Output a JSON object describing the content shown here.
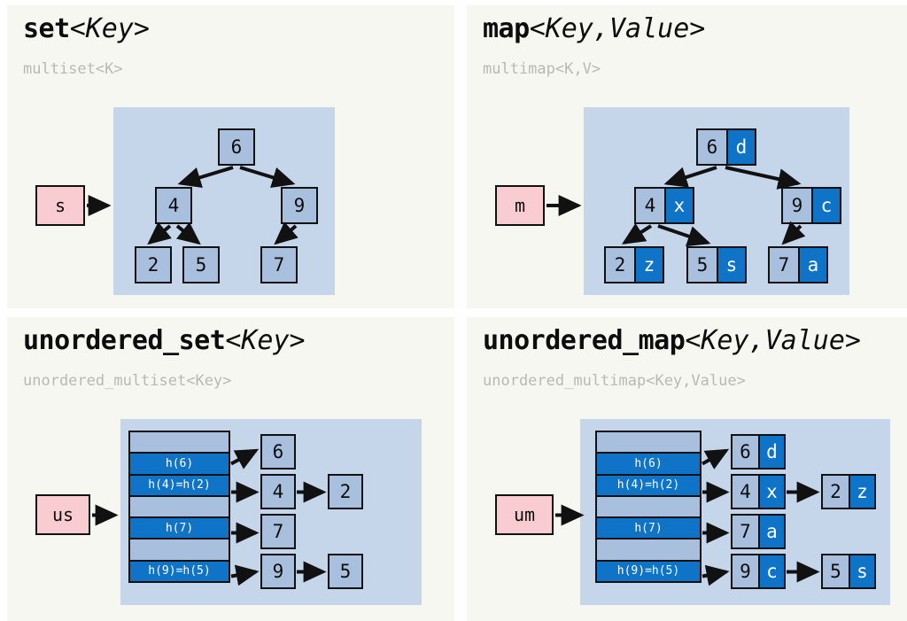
{
  "panels": [
    {
      "id": "set",
      "title_base": "set",
      "title_tpl": "<Key>",
      "subtitle": "multiset<K>",
      "pointer_label": "s",
      "structure": "binary-search-tree",
      "nodes": [
        {
          "key": "6",
          "value": null
        },
        {
          "key": "4",
          "value": null
        },
        {
          "key": "9",
          "value": null
        },
        {
          "key": "2",
          "value": null
        },
        {
          "key": "5",
          "value": null
        },
        {
          "key": "7",
          "value": null
        }
      ]
    },
    {
      "id": "map",
      "title_base": "map",
      "title_tpl": "<Key,Value>",
      "subtitle": "multimap<K,V>",
      "pointer_label": "m",
      "structure": "binary-search-tree",
      "nodes": [
        {
          "key": "6",
          "value": "d"
        },
        {
          "key": "4",
          "value": "x"
        },
        {
          "key": "9",
          "value": "c"
        },
        {
          "key": "2",
          "value": "z"
        },
        {
          "key": "5",
          "value": "s"
        },
        {
          "key": "7",
          "value": "a"
        }
      ]
    },
    {
      "id": "unordered_set",
      "title_base": "unordered_set",
      "title_tpl": "<Key>",
      "subtitle": "unordered_multiset<Key>",
      "pointer_label": "us",
      "structure": "hash-table",
      "buckets": [
        {
          "label": "",
          "filled": false
        },
        {
          "label": "h(6)",
          "filled": true
        },
        {
          "label": "h(4)=h(2)",
          "filled": true
        },
        {
          "label": "",
          "filled": false
        },
        {
          "label": "h(7)",
          "filled": true
        },
        {
          "label": "",
          "filled": false
        },
        {
          "label": "h(9)=h(5)",
          "filled": true
        }
      ],
      "chains": [
        [
          {
            "key": "6",
            "value": null
          }
        ],
        [
          {
            "key": "4",
            "value": null
          },
          {
            "key": "2",
            "value": null
          }
        ],
        [
          {
            "key": "7",
            "value": null
          }
        ],
        [
          {
            "key": "9",
            "value": null
          },
          {
            "key": "5",
            "value": null
          }
        ]
      ]
    },
    {
      "id": "unordered_map",
      "title_base": "unordered_map",
      "title_tpl": "<Key,Value>",
      "subtitle": "unordered_multimap<Key,Value>",
      "pointer_label": "um",
      "structure": "hash-table",
      "buckets": [
        {
          "label": "",
          "filled": false
        },
        {
          "label": "h(6)",
          "filled": true
        },
        {
          "label": "h(4)=h(2)",
          "filled": true
        },
        {
          "label": "",
          "filled": false
        },
        {
          "label": "h(7)",
          "filled": true
        },
        {
          "label": "",
          "filled": false
        },
        {
          "label": "h(9)=h(5)",
          "filled": true
        }
      ],
      "chains": [
        [
          {
            "key": "6",
            "value": "d"
          }
        ],
        [
          {
            "key": "4",
            "value": "x"
          },
          {
            "key": "2",
            "value": "z"
          }
        ],
        [
          {
            "key": "7",
            "value": "a"
          }
        ],
        [
          {
            "key": "9",
            "value": "c"
          },
          {
            "key": "5",
            "value": "s"
          }
        ]
      ]
    }
  ],
  "colors": {
    "panel_bg": "#f7f7f2",
    "canvas_bg": "#c5d5ea",
    "node_key": "#a8c0de",
    "node_value": "#0f74c8",
    "pointer_box": "#f9ccd1",
    "stroke": "#111111",
    "subtitle_text": "#b9b9b4"
  }
}
